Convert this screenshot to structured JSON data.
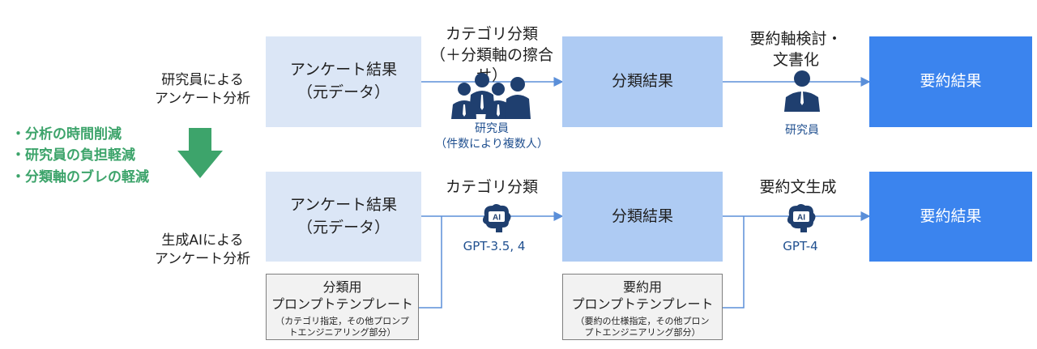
{
  "colors": {
    "box_light": "#dbe6f6",
    "box_mid": "#aecbf3",
    "box_dark": "#3b84ee",
    "arrow": "#5b8fd9",
    "person": "#1f3f6f",
    "benefit": "#3da46b"
  },
  "top": {
    "row_label": "研究員による\nアンケート分析",
    "source_box": "アンケート結果\n（元データ）",
    "step1_title": "カテゴリ分類\n（＋分類軸の擦合せ）",
    "step1_actor": "研究員\n（件数により複数人）",
    "mid_box": "分類結果",
    "step2_title": "要約軸検討・\n文書化",
    "step2_actor": "研究員",
    "result_box": "要約結果"
  },
  "benefits": [
    "分析の時間削減",
    "研究員の負担軽減",
    "分類軸のブレの軽減"
  ],
  "bottom": {
    "row_label": "生成AIによる\nアンケート分析",
    "source_box": "アンケート結果\n（元データ）",
    "step1_title": "カテゴリ分類",
    "step1_model": "GPT-3.5, 4",
    "mid_box": "分類結果",
    "step2_title": "要約文生成",
    "step2_model": "GPT-4",
    "result_box": "要約結果",
    "template1_title": "分類用\nプロンプトテンプレート",
    "template1_note": "（カテゴリ指定，その他プロンプ\nトエンジニアリング部分）",
    "template2_title": "要約用\nプロンプトテンプレート",
    "template2_note": "（要約の仕様指定，その他プロン\nプトエンジニアリング部分）"
  },
  "icons": {
    "group": "people-group-icon",
    "person": "person-icon",
    "ai": "ai-brain-icon",
    "down_arrow": "down-arrow-icon"
  }
}
